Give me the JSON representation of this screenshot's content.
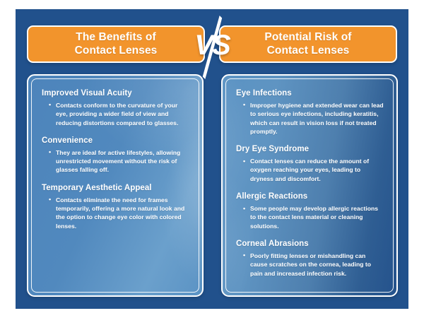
{
  "theme": {
    "page_background": "#ffffff",
    "board_color": "#21518C",
    "accent_orange": "#F2942C",
    "panel_blue_light": "#5189BE",
    "panel_blue_dark": "#24528C",
    "text_color": "#ffffff"
  },
  "header": {
    "left_title": "The Benefits of\nContact Lenses",
    "right_title": "Potential Risk of\nContact Lenses",
    "vs_label": "VS"
  },
  "left_panel": {
    "sections": [
      {
        "title": "Improved Visual Acuity",
        "bullets": [
          "Contacts conform to the curvature of your eye, providing a wider field of view and reducing distortions compared to glasses."
        ]
      },
      {
        "title": "Convenience",
        "bullets": [
          "They are ideal for active lifestyles, allowing unrestricted movement without the risk of glasses falling off."
        ]
      },
      {
        "title": "Temporary Aesthetic Appeal",
        "bullets": [
          "Contacts eliminate the need for frames temporarily, offering a more natural look and the option to change eye color with colored lenses."
        ]
      }
    ]
  },
  "right_panel": {
    "sections": [
      {
        "title": "Eye Infections",
        "bullets": [
          "Improper hygiene and extended wear can lead to serious eye infections, including keratitis, which can result in vision loss if not treated promptly."
        ]
      },
      {
        "title": "Dry Eye Syndrome",
        "bullets": [
          "Contact lenses can reduce the amount of oxygen reaching your eyes, leading to dryness and discomfort."
        ]
      },
      {
        "title": "Allergic Reactions",
        "bullets": [
          "Some people may develop allergic reactions to the contact lens material or cleaning solutions."
        ]
      },
      {
        "title": "Corneal Abrasions",
        "bullets": [
          "Poorly fitting lenses or mishandling can cause scratches on the cornea, leading to pain and increased infection risk."
        ]
      }
    ]
  }
}
